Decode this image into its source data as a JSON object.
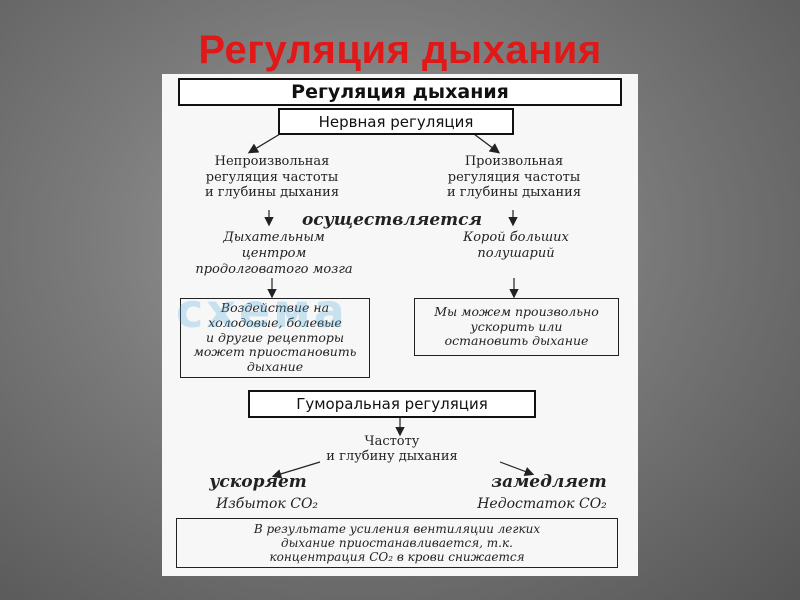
{
  "slide_title": "Регуляция дыхания",
  "diagram": {
    "header": "Регуляция дыхания",
    "nervous": "Нервная регуляция",
    "involuntary": {
      "line1": "Непроизвольная",
      "line2": "регуляция частоты",
      "line3": "и глубины дыхания"
    },
    "voluntary": {
      "line1": "Произвольная",
      "line2": "регуляция частоты",
      "line3": "и глубины дыхания"
    },
    "carried_out": "осуществляется",
    "center": {
      "line1": "Дыхательным",
      "line2": "центром",
      "line3": "продолговатого мозга"
    },
    "cortex": {
      "line1": "Корой больших",
      "line2": "полушарий"
    },
    "receptors_box": {
      "line1": "Воздействие на",
      "line2": "холодовые, болевые",
      "line3": "и другие рецепторы",
      "line4": "может приостановить",
      "line5": "дыхание"
    },
    "voluntary_box": {
      "line1": "Мы можем произвольно",
      "line2": "ускорить или",
      "line3": "остановить дыхание"
    },
    "humoral": "Гуморальная регуляция",
    "rate_depth": {
      "line1": "Частоту",
      "line2": "и глубину дыхания"
    },
    "accelerates": "ускоряет",
    "slows": "замедляет",
    "excess": "Избыток CO₂",
    "deficit": "Недостаток CO₂",
    "result_box": {
      "line1": "В результате усиления вентиляции легких",
      "line2": "дыхание приостанавливается, т.к.",
      "line3": "концентрация CO₂ в крови снижается"
    }
  }
}
